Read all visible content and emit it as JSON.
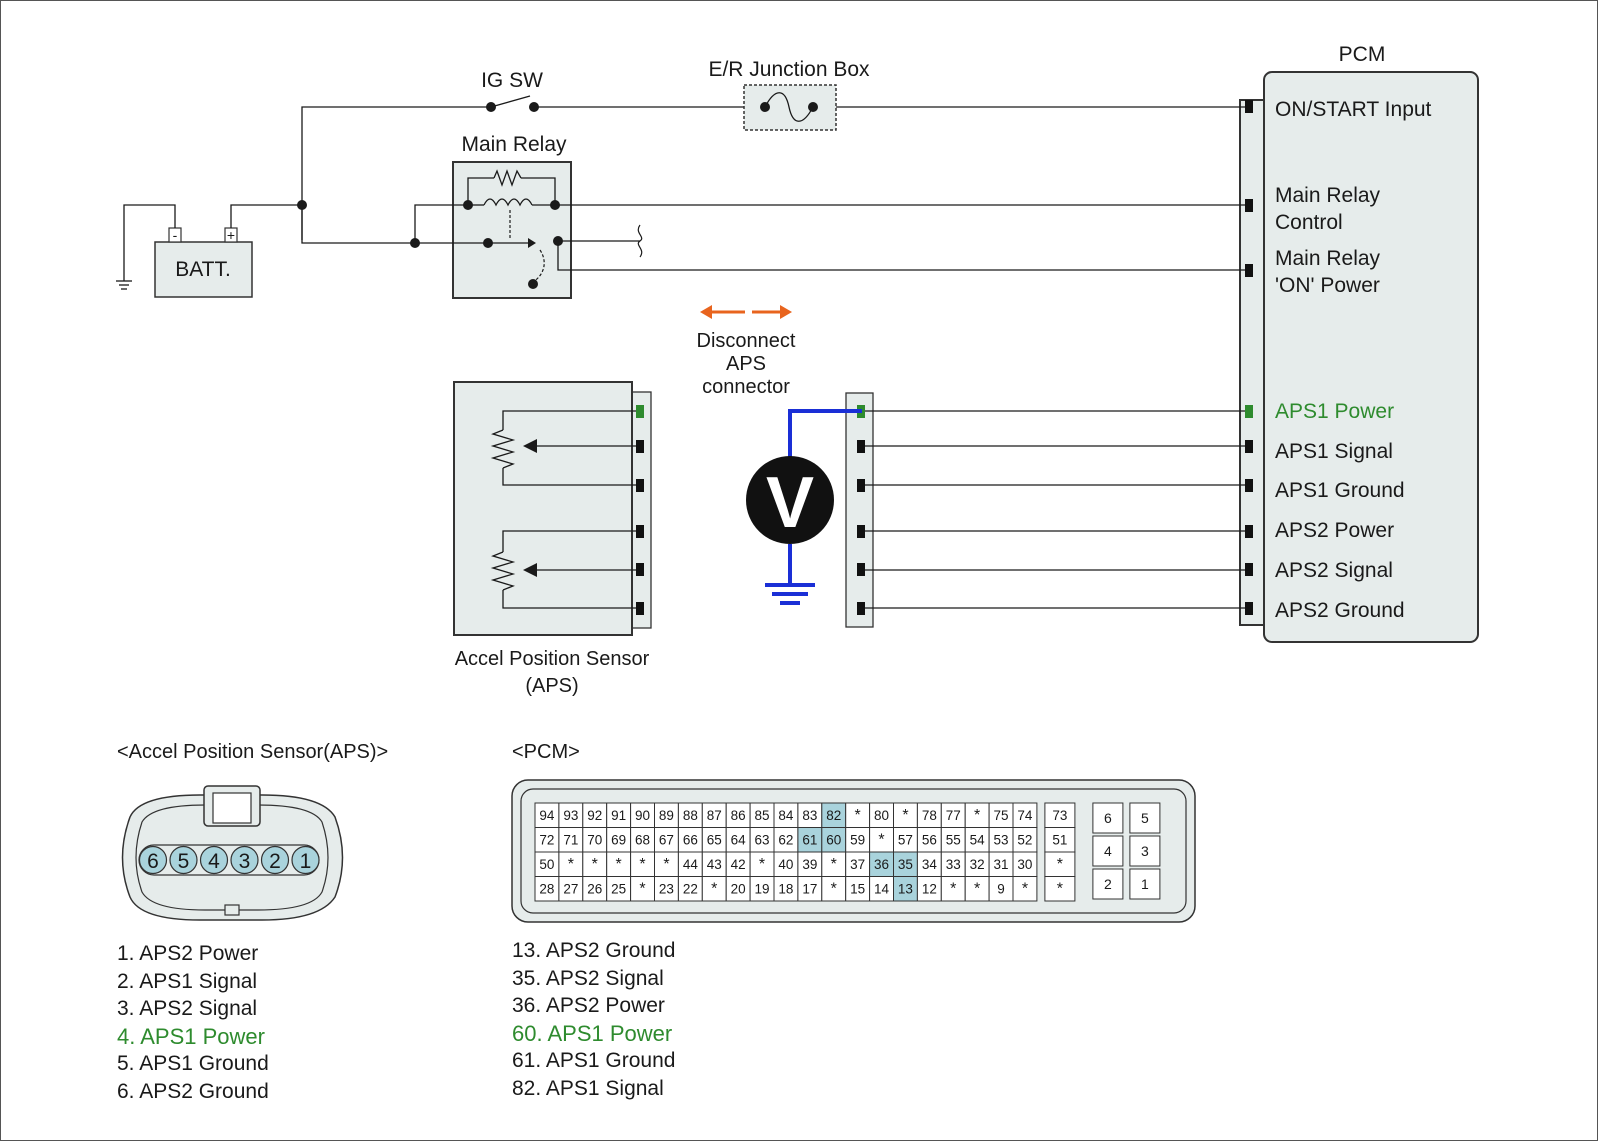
{
  "labels": {
    "ig_sw": "IG SW",
    "junction_box": "E/R Junction Box",
    "pcm": "PCM",
    "main_relay": "Main Relay",
    "batt": "BATT.",
    "batt_neg": "-",
    "batt_pos": "+",
    "disconnect_line1": "Disconnect",
    "disconnect_line2": "APS",
    "disconnect_line3": "connector",
    "aps_line1": "Accel Position Sensor",
    "aps_line2": "(APS)",
    "voltmeter": "V"
  },
  "pcm_pins": {
    "on_start": "ON/START Input",
    "main_relay_control_1": "Main Relay",
    "main_relay_control_2": "Control",
    "main_relay_on_1": "Main Relay",
    "main_relay_on_2": "'ON' Power",
    "aps1_power": "APS1 Power",
    "aps1_signal": "APS1 Signal",
    "aps1_ground": "APS1 Ground",
    "aps2_power": "APS2 Power",
    "aps2_signal": "APS2 Signal",
    "aps2_ground": "APS2 Ground"
  },
  "aps_connector": {
    "title": "<Accel Position Sensor(APS)>",
    "pins": [
      "6",
      "5",
      "4",
      "3",
      "2",
      "1"
    ],
    "legend": [
      "1. APS2 Power",
      "2. APS1 Signal",
      "3. APS2 Signal",
      "4. APS1 Power",
      "5. APS1 Ground",
      "6. APS2 Ground"
    ]
  },
  "pcm_connector": {
    "title": "<PCM>",
    "rows": [
      [
        "94",
        "93",
        "92",
        "91",
        "90",
        "89",
        "88",
        "87",
        "86",
        "85",
        "84",
        "83",
        "82",
        "*",
        "80",
        "*",
        "78",
        "77",
        "*",
        "75",
        "74"
      ],
      [
        "72",
        "71",
        "70",
        "69",
        "68",
        "67",
        "66",
        "65",
        "64",
        "63",
        "62",
        "61",
        "60",
        "59",
        "*",
        "57",
        "56",
        "55",
        "54",
        "53",
        "52"
      ],
      [
        "50",
        "*",
        "*",
        "*",
        "*",
        "*",
        "44",
        "43",
        "42",
        "*",
        "40",
        "39",
        "*",
        "37",
        "36",
        "35",
        "34",
        "33",
        "32",
        "31",
        "30"
      ],
      [
        "28",
        "27",
        "26",
        "25",
        "*",
        "23",
        "22",
        "*",
        "20",
        "19",
        "18",
        "17",
        "*",
        "15",
        "14",
        "13",
        "12",
        "*",
        "*",
        "9",
        "*"
      ]
    ],
    "side_column": [
      "73",
      "51",
      "*",
      "*"
    ],
    "small_block": [
      [
        "6",
        "5"
      ],
      [
        "4",
        "3"
      ],
      [
        "2",
        "1"
      ]
    ],
    "highlighted": [
      "82",
      "61",
      "60",
      "36",
      "35",
      "13"
    ],
    "legend": [
      "13. APS2 Ground",
      "35. APS2 Signal",
      "36. APS2 Power",
      "60. APS1 Power",
      "61. APS1 Ground",
      "82. APS1 Signal"
    ]
  },
  "colors": {
    "accent_green": "#2e8b2e",
    "arrow_orange": "#e8641e",
    "meter_blue": "#1a2fd6",
    "highlight_cell": "#a9d3dc",
    "panel_fill": "#e6eceb"
  }
}
